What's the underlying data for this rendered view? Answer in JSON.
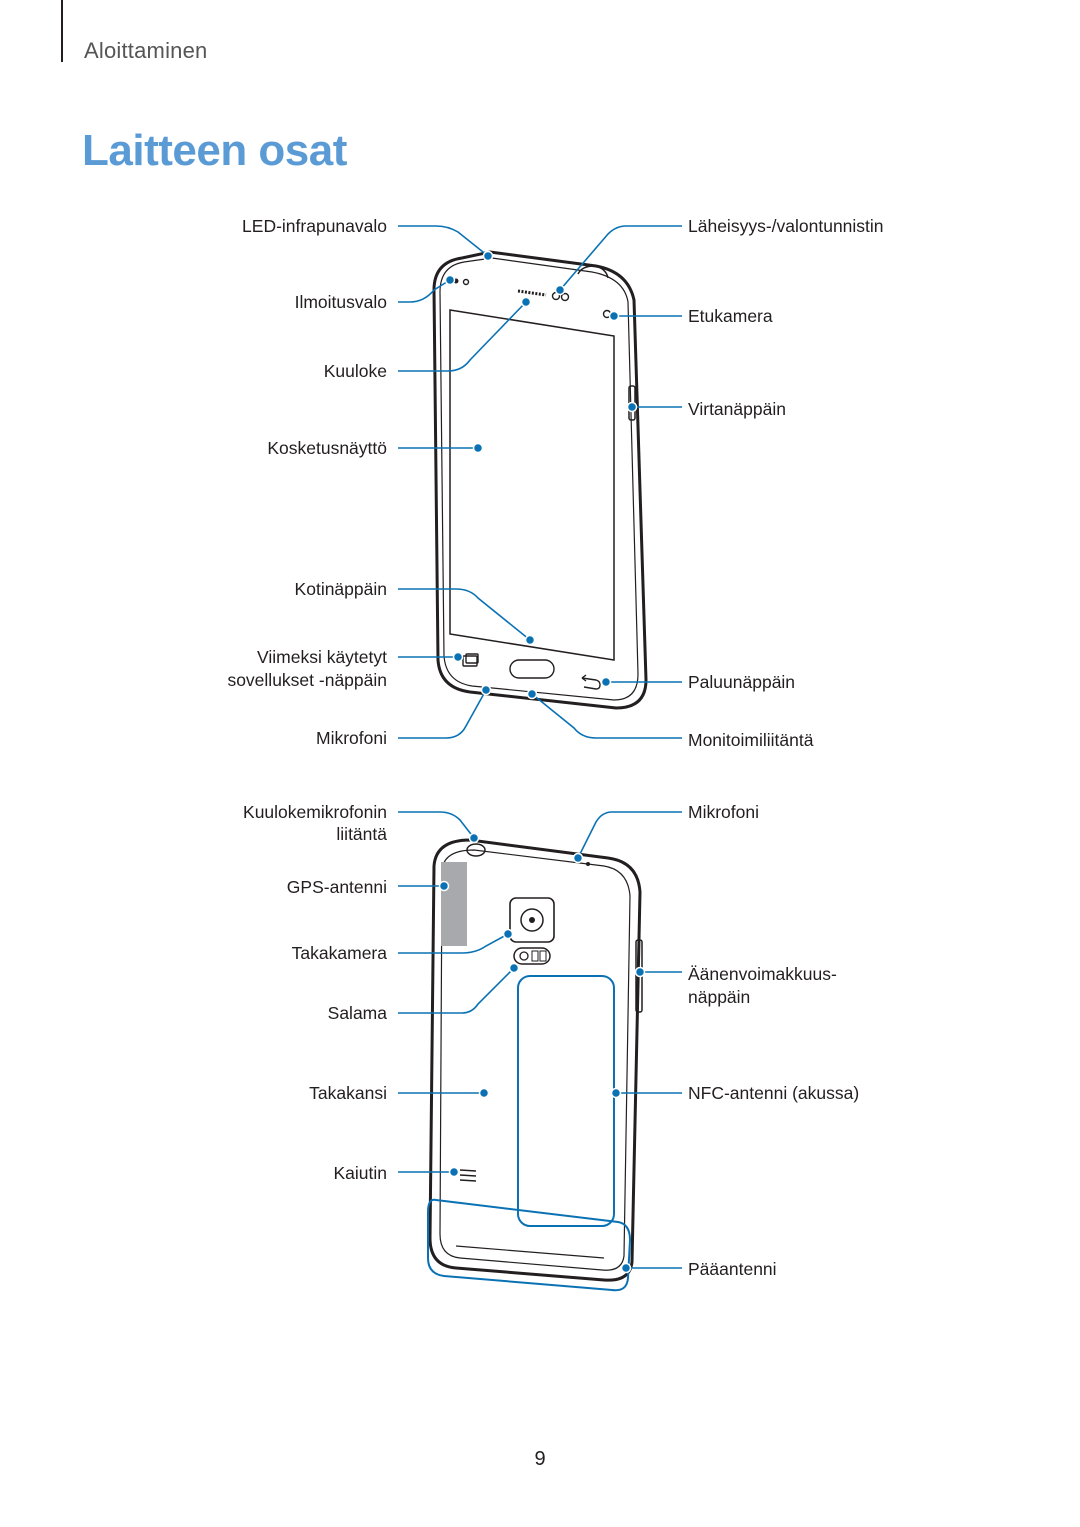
{
  "header": {
    "section": "Aloittaminen"
  },
  "title": "Laitteen osat",
  "front_labels": {
    "led_ir": "LED-infrapunavalo",
    "notification_light": "Ilmoitusvalo",
    "earpiece": "Kuuloke",
    "touchscreen": "Kosketusnäyttö",
    "home_key": "Kotinäppäin",
    "recent_apps_line1": "Viimeksi käytetyt",
    "recent_apps_line2": "sovellukset -näppäin",
    "microphone": "Mikrofoni",
    "proximity_sensor": "Läheisyys-/valontunnistin",
    "front_camera": "Etukamera",
    "power_key": "Virtanäppäin",
    "back_key": "Paluunäppäin",
    "multipurpose_jack": "Monitoimiliitäntä"
  },
  "back_labels": {
    "headset_jack_line1": "Kuulokemikrofonin",
    "headset_jack_line2": "liitäntä",
    "gps_antenna": "GPS-antenni",
    "rear_camera": "Takakamera",
    "flash": "Salama",
    "back_cover": "Takakansi",
    "speaker": "Kaiutin",
    "microphone": "Mikrofoni",
    "volume_key_line1": "Äänenvoimakkuus-",
    "volume_key_line2": "näppäin",
    "nfc_antenna": "NFC-antenni (akussa)",
    "main_antenna": "Pääantenni"
  },
  "page_number": "9",
  "colors": {
    "accent": "#5b9bd5",
    "callout": "#0a72b4",
    "ink": "#231f20"
  }
}
